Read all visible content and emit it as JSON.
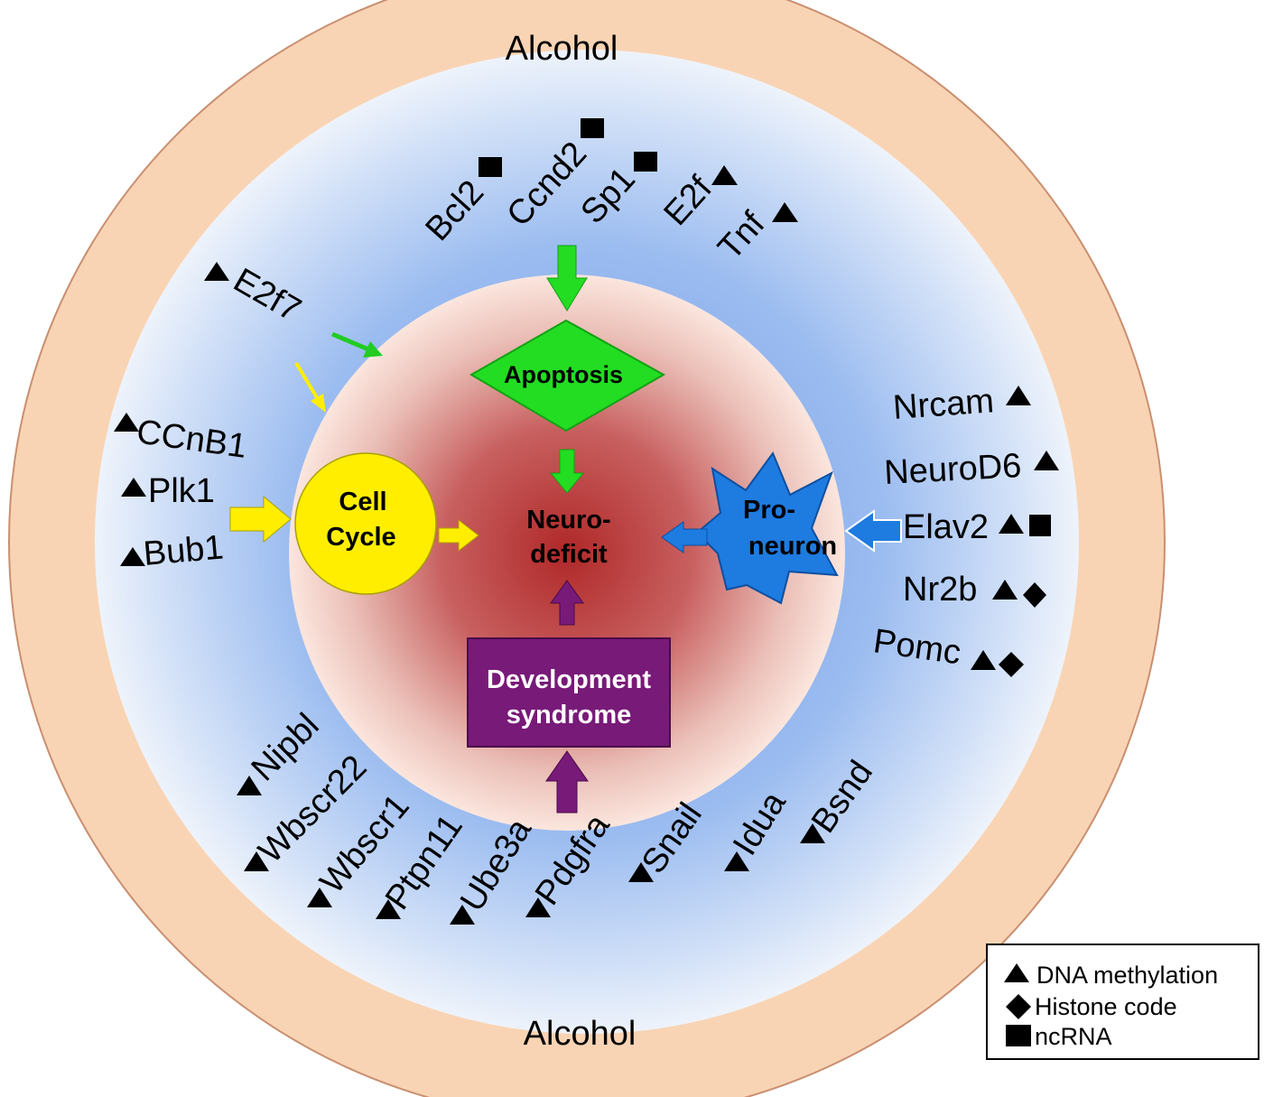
{
  "outer_label_top": "Alcohol",
  "outer_label_bottom": "Alcohol",
  "nodes": {
    "apoptosis": "Apoptosis",
    "cell_cycle": [
      "Cell",
      "Cycle"
    ],
    "proneuron": [
      "Pro-",
      "neuron"
    ],
    "development": [
      "Development",
      "syndrome"
    ],
    "center": [
      "Neuro-",
      "deficit"
    ]
  },
  "genes": [
    {
      "id": "bcl2",
      "text": "Bcl2"
    },
    {
      "id": "ccnd2",
      "text": "Ccnd2"
    },
    {
      "id": "sp1",
      "text": "Sp1"
    },
    {
      "id": "e2f",
      "text": "E2f"
    },
    {
      "id": "tnf",
      "text": "Tnf"
    },
    {
      "id": "e2f7",
      "text": "E2f7"
    },
    {
      "id": "ccnb1",
      "text": "CCnB1"
    },
    {
      "id": "plk1",
      "text": "Plk1"
    },
    {
      "id": "bub1",
      "text": "Bub1"
    },
    {
      "id": "nrcam",
      "text": "Nrcam"
    },
    {
      "id": "neurod6",
      "text": "NeuroD6"
    },
    {
      "id": "elav2",
      "text": "Elav2"
    },
    {
      "id": "nr2b",
      "text": "Nr2b"
    },
    {
      "id": "pomc",
      "text": "Pomc"
    },
    {
      "id": "nipbl",
      "text": "Nipbl"
    },
    {
      "id": "wbscr22",
      "text": "Wbscr22"
    },
    {
      "id": "wbscr1",
      "text": "Wbscr1"
    },
    {
      "id": "ptpn11",
      "text": "Ptpn11"
    },
    {
      "id": "ube3a",
      "text": "Ube3a"
    },
    {
      "id": "pdgfra",
      "text": "Pdgfra"
    },
    {
      "id": "snail",
      "text": "Snail"
    },
    {
      "id": "idua",
      "text": "Idua"
    },
    {
      "id": "bsnd",
      "text": "Bsnd"
    }
  ],
  "legend": {
    "dna_methylation": "DNA methylation",
    "histone_code": "Histone code",
    "ncrna": "ncRNA"
  },
  "colors": {
    "outer_ring": "#f9d4b4",
    "blue_zone": "#b4cdf5",
    "red_core": "#b83030",
    "apoptosis": "#22dd22",
    "cell_cycle": "#ffee00",
    "proneuron": "#1e7be0",
    "development": "#781a78"
  }
}
